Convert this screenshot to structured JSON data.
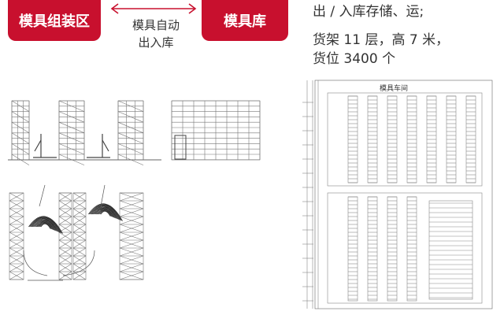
{
  "header": {
    "left_label": "模具组装区",
    "right_label": "模具库",
    "arrow_label_line1": "模具自动",
    "arrow_label_line2": "出入库"
  },
  "specs": {
    "line1": "出 / 入库存储、运;",
    "line2": "货架 11 层，高 7 米，",
    "line3": "货位 3400 个"
  },
  "layout_plan": {
    "title": "模具车间"
  },
  "colors": {
    "brand_red": "#c8102e",
    "line_gray": "#666666"
  }
}
